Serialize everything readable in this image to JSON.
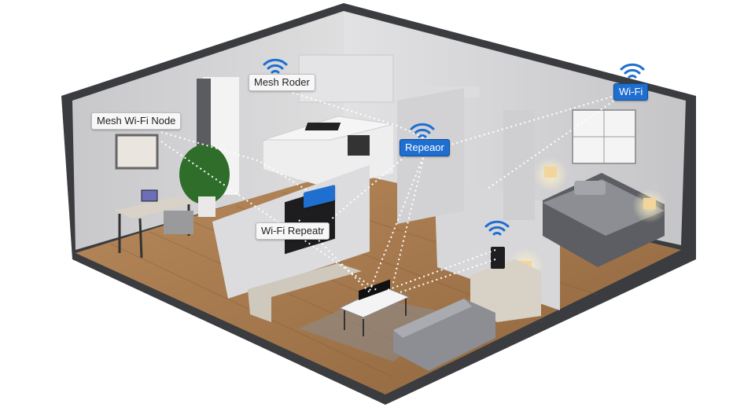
{
  "labels": {
    "mesh_router": "Mesh Roder",
    "mesh_node": "Mesh Wi-Fi Node",
    "repeater_top": "Repeaor",
    "wifi_top_right": "Wi-Fi",
    "wifi_repeater": "Wi-Fi Repeatr"
  },
  "colors": {
    "wifi_accent": "#1f6fd1",
    "floor": "#a87b4f",
    "walls": "#d9d9dc",
    "shell": "#3a3c40",
    "signal_lines": "#ffffff"
  },
  "icons": [
    "wifi-icon",
    "router-icon",
    "laptop-icon",
    "plant-icon",
    "tv-icon",
    "bed-icon",
    "sofa-icon",
    "lamp-icon"
  ]
}
